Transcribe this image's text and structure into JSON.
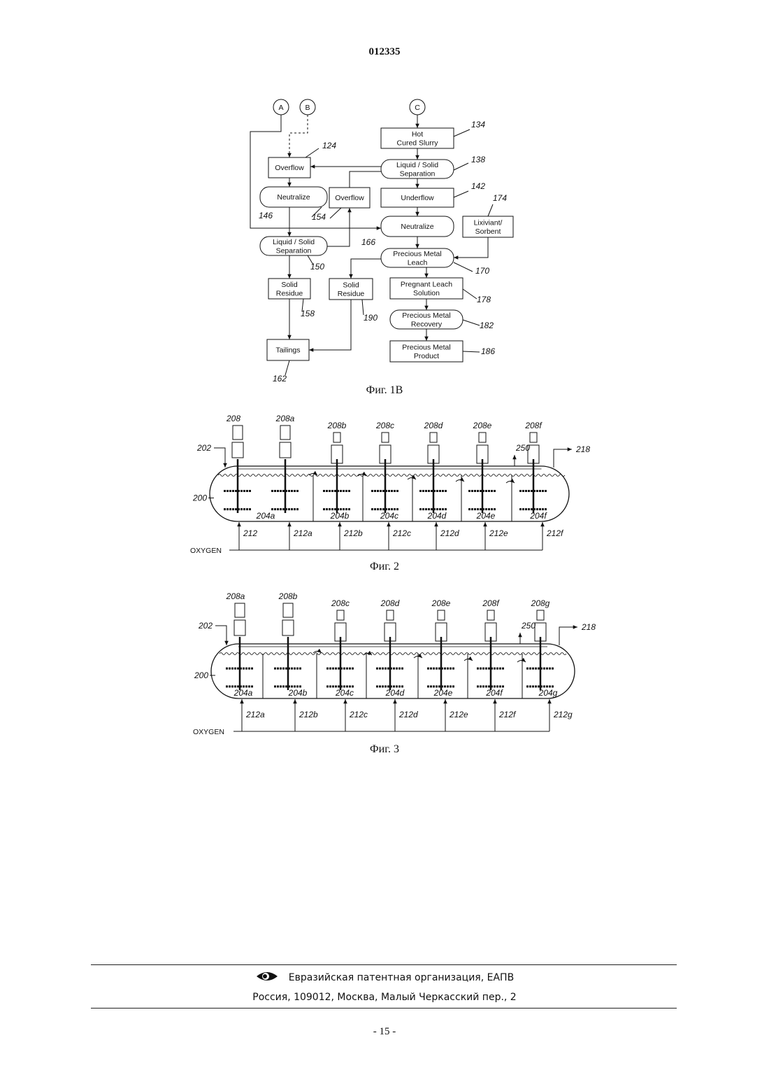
{
  "document": {
    "number": "012335",
    "page_number": "- 15 -"
  },
  "figure_1b": {
    "caption": "Фиг. 1В",
    "connectors": [
      "A",
      "B",
      "C"
    ],
    "boxes": {
      "hot_cured_slurry": [
        "Hot",
        "Cured Slurry"
      ],
      "overflow_124": [
        "Overflow"
      ],
      "liquid_solid_138": [
        "Liquid / Solid",
        "Separation"
      ],
      "neutralize_146": [
        "Neutralize"
      ],
      "overflow_154": [
        "Overflow"
      ],
      "underflow_142": [
        "Underflow"
      ],
      "neutralize_166": [
        "Neutralize"
      ],
      "lixiviant_sorbent": [
        "Lixiviant/",
        "Sorbent"
      ],
      "liquid_solid_150": [
        "Liquid / Solid",
        "Separation"
      ],
      "precious_metal_leach": [
        "Precious Metal",
        "Leach"
      ],
      "solid_residue_158": [
        "Solid",
        "Residue"
      ],
      "solid_residue_190": [
        "Solid",
        "Residue"
      ],
      "pregnant_leach_solution": [
        "Pregnant Leach",
        "Solution"
      ],
      "precious_metal_recovery": [
        "Precious Metal",
        "Recovery"
      ],
      "tailings": [
        "Tailings"
      ],
      "precious_metal_product": [
        "Precious Metal",
        "Product"
      ]
    },
    "refs": [
      "134",
      "124",
      "138",
      "142",
      "174",
      "146",
      "154",
      "166",
      "150",
      "170",
      "158",
      "190",
      "178",
      "182",
      "186",
      "162"
    ]
  },
  "figure_2": {
    "caption": "Фиг. 2",
    "agitators": [
      "208",
      "208a",
      "208b",
      "208c",
      "208d",
      "208e",
      "208f"
    ],
    "compartments": [
      "204a",
      "204b",
      "204c",
      "204d",
      "204e",
      "204f"
    ],
    "oxygen_lines": [
      "212",
      "212a",
      "212b",
      "212c",
      "212d",
      "212e",
      "212f"
    ],
    "vessel_ref": "200",
    "inlet_ref": "202",
    "vent_ref": "250",
    "outlet_ref": "218",
    "oxygen_label": "OXYGEN"
  },
  "figure_3": {
    "caption": "Фиг. 3",
    "agitators": [
      "208a",
      "208b",
      "208c",
      "208d",
      "208e",
      "208f",
      "208g"
    ],
    "compartments": [
      "204a",
      "204b",
      "204c",
      "204d",
      "204e",
      "204f",
      "204g"
    ],
    "oxygen_lines": [
      "212a",
      "212b",
      "212c",
      "212d",
      "212e",
      "212f",
      "212g"
    ],
    "vessel_ref": "200",
    "inlet_ref": "202",
    "vent_ref": "250",
    "outlet_ref": "218",
    "oxygen_label": "OXYGEN"
  },
  "footer": {
    "organization": "Евразийская патентная организация, ЕАПВ",
    "address": "Россия, 109012, Москва, Малый Черкасский пер., 2",
    "logo_icon": "eapo-eye-logo-icon"
  }
}
